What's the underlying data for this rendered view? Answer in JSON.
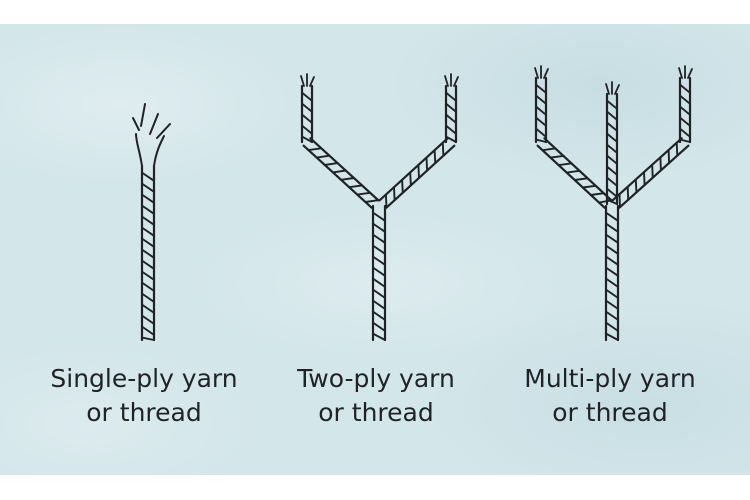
{
  "background_color": "#d3e6ea",
  "ink_color": "#1f2326",
  "items": [
    {
      "line1": "Single-ply yarn",
      "line2": "or thread"
    },
    {
      "line1": "Two-ply yarn",
      "line2": "or thread"
    },
    {
      "line1": "Multi-ply yarn",
      "line2": "or thread"
    }
  ]
}
